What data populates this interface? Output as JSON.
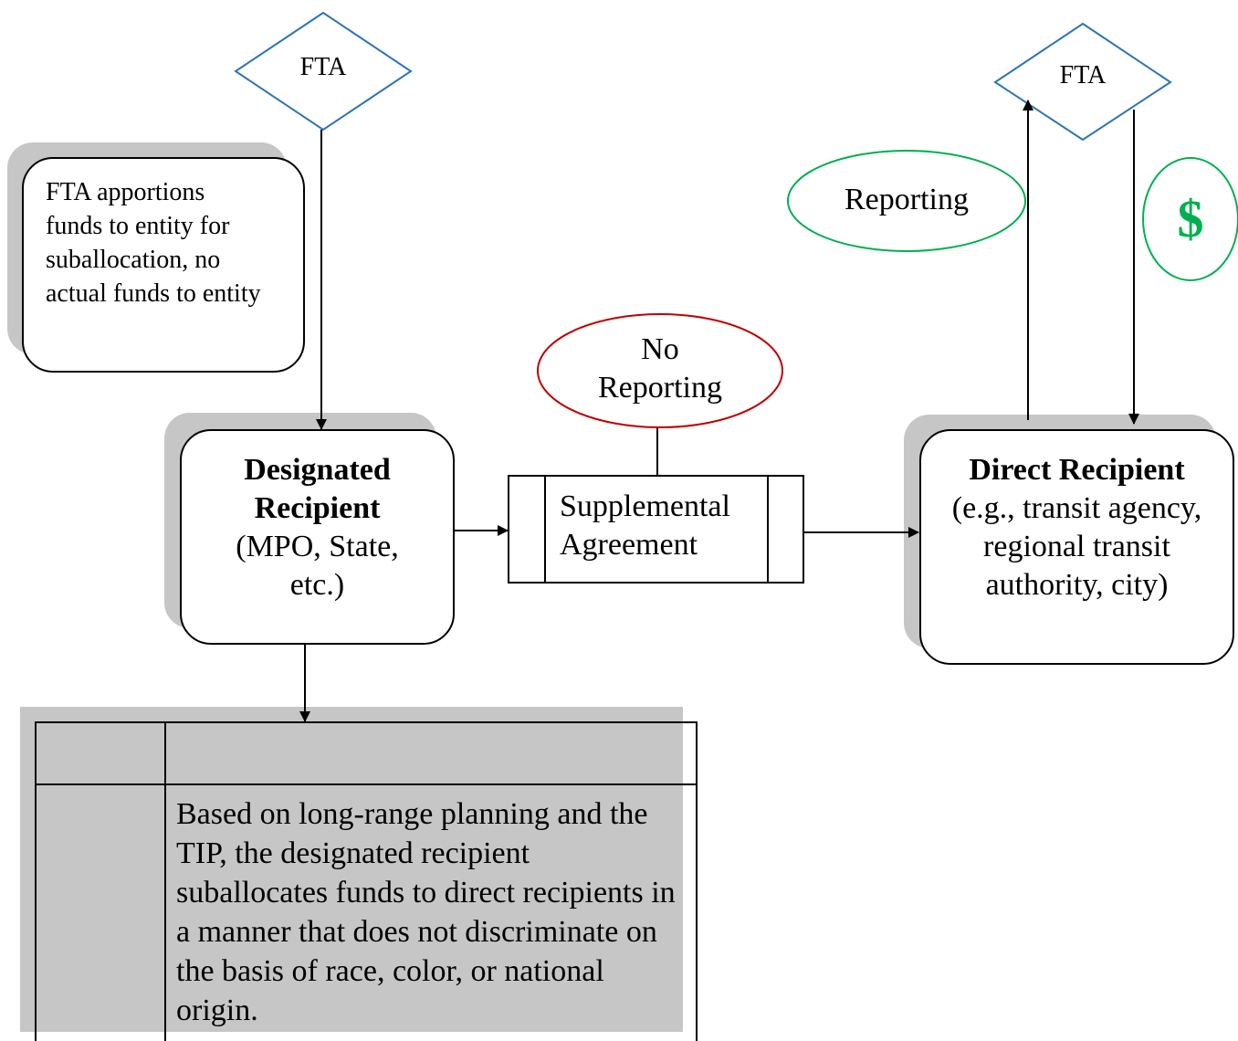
{
  "fta_left": {
    "label": "FTA"
  },
  "fta_right": {
    "label": "FTA"
  },
  "note": {
    "text": "FTA apportions funds to entity for suballocation, no actual funds to entity"
  },
  "designated": {
    "title": "Designated Recipient",
    "subtitle": "(MPO, State, etc.)"
  },
  "supplemental": {
    "text": "Supplemental Agreement"
  },
  "no_reporting": {
    "text": "No Reporting"
  },
  "reporting": {
    "text": "Reporting"
  },
  "dollar": {
    "symbol": "$"
  },
  "direct": {
    "title": "Direct Recipient",
    "subtitle": "(e.g., transit agency, regional transit authority, city)"
  },
  "table": {
    "body_text": "Based on long-range planning and the TIP, the designated recipient suballocates funds to direct recipients in a manner that does not discriminate on the basis of race, color, or national origin."
  },
  "colors": {
    "diamond": "#2e75b6",
    "no_reporting": "#c00000",
    "reporting": "#00b050",
    "shadow": "#c6c6c6"
  }
}
